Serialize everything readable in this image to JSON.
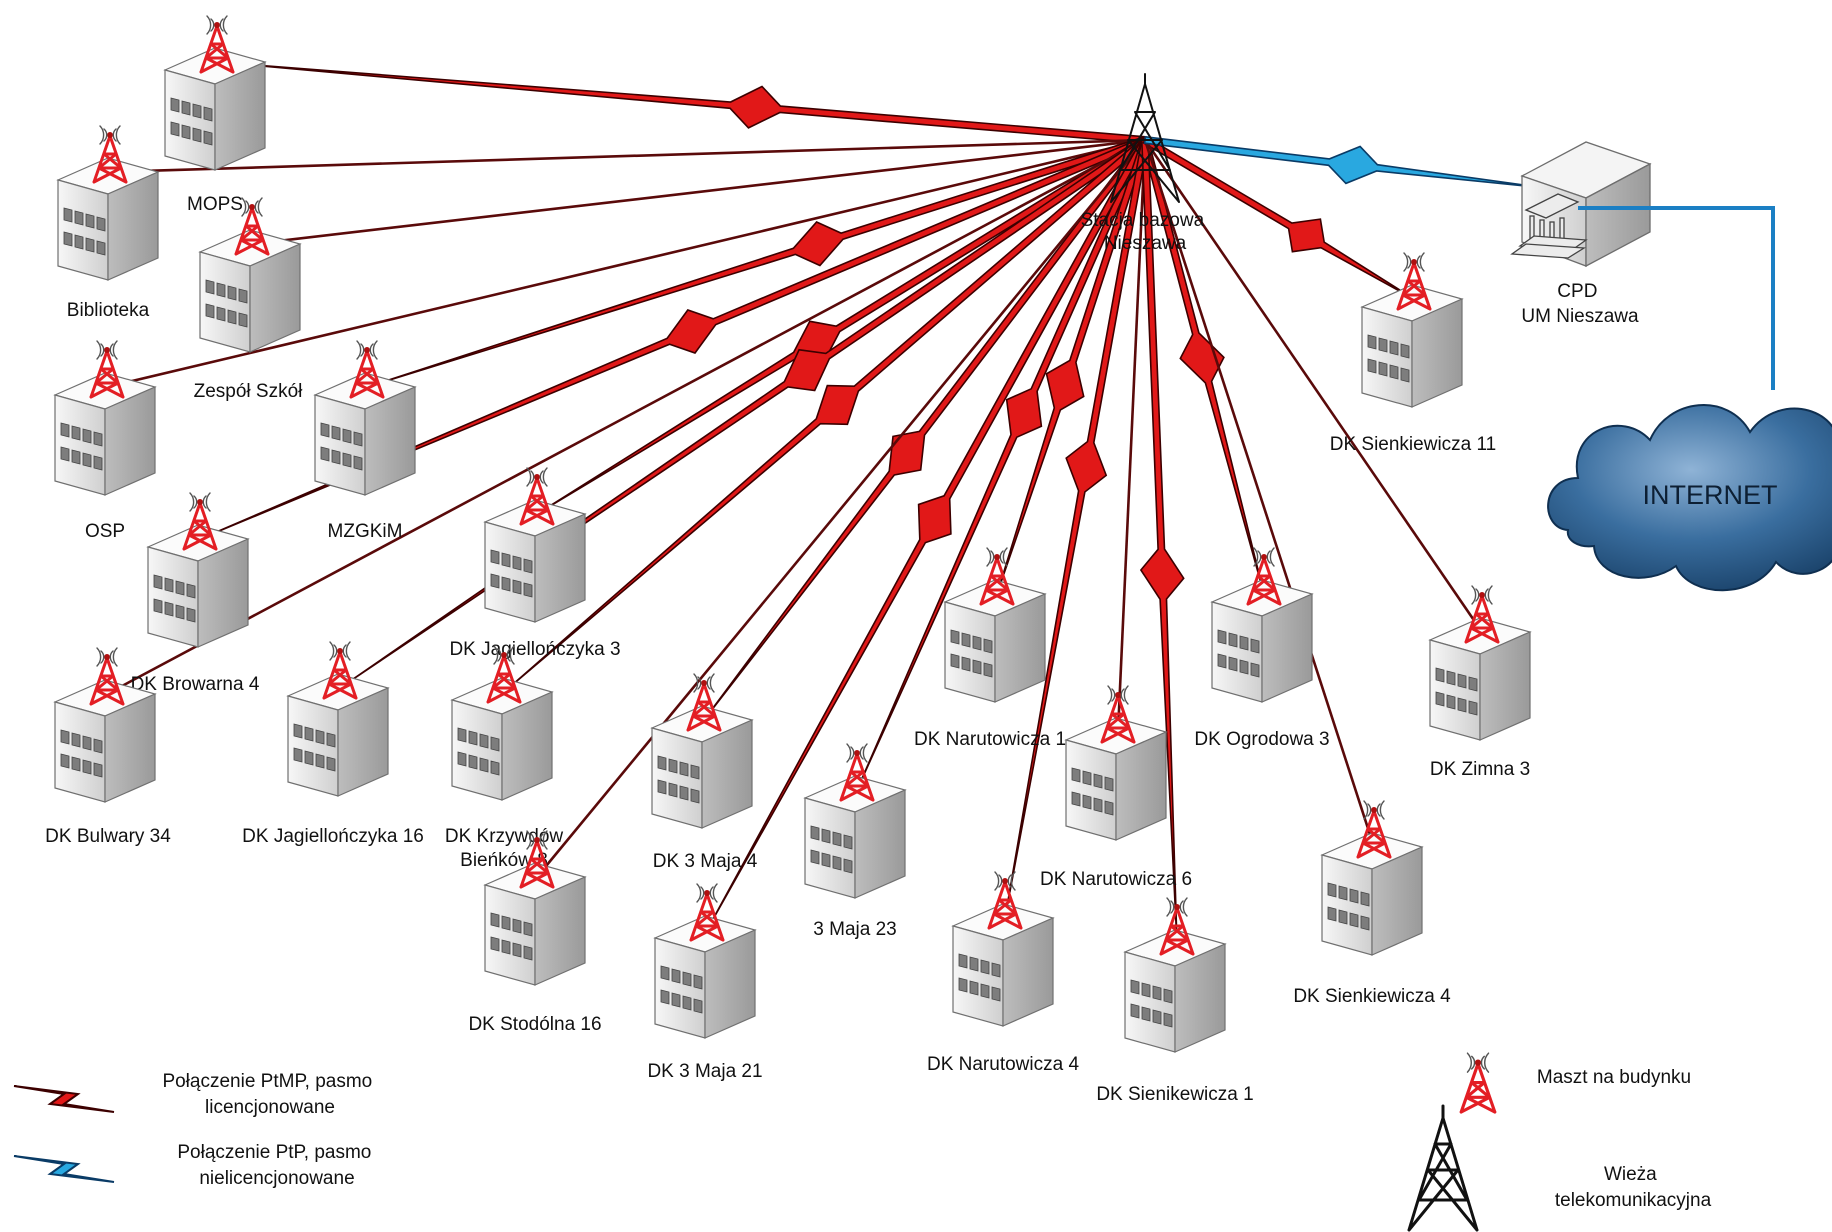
{
  "diagram": {
    "tower_label": "Stacja bazowa Nieszawa",
    "cpd": {
      "line1": "CPD",
      "line2": "UM Nieszawa"
    },
    "internet_label": "INTERNET",
    "buildings": [
      {
        "id": "mops",
        "label": "MOPS",
        "link": "licensed"
      },
      {
        "id": "biblioteka",
        "label": "Biblioteka",
        "link": "line"
      },
      {
        "id": "zespol-szkol",
        "label": "Zespół Szkół",
        "link": "line"
      },
      {
        "id": "osp",
        "label": "OSP",
        "link": "line"
      },
      {
        "id": "mzgkim",
        "label": "MZGKiM",
        "link": "licensed"
      },
      {
        "id": "dk-browarna-4",
        "label": "DK Browarna 4",
        "link": "licensed"
      },
      {
        "id": "dk-jagiellonczyka-3",
        "label": "DK Jagiellończyka 3",
        "link": "licensed"
      },
      {
        "id": "dk-bulwary-34",
        "label": "DK Bulwary 34",
        "link": "line"
      },
      {
        "id": "dk-jagiellonczyka-16",
        "label": "DK Jagiellończyka 16",
        "link": "licensed"
      },
      {
        "id": "dk-krzywdow",
        "label": "DK Krzywdów Bieńków 8",
        "link": "licensed"
      },
      {
        "id": "dk-3-maja-4",
        "label": "DK 3 Maja 4",
        "link": "licensed"
      },
      {
        "id": "dk-stodolna-16",
        "label": "DK Stodólna 16",
        "link": "line"
      },
      {
        "id": "3-maja-23",
        "label": "3 Maja 23",
        "link": "licensed"
      },
      {
        "id": "dk-3-maja-21",
        "label": "DK 3 Maja 21",
        "link": "licensed"
      },
      {
        "id": "dk-narutowicza-1",
        "label": "DK Narutowicza 1",
        "link": "licensed"
      },
      {
        "id": "dk-narutowicza-6",
        "label": "DK Narutowicza 6",
        "link": "line"
      },
      {
        "id": "dk-narutowicza-4",
        "label": "DK Narutowicza 4",
        "link": "licensed"
      },
      {
        "id": "dk-ogrodowa-3",
        "label": "DK Ogrodowa 3",
        "link": "licensed"
      },
      {
        "id": "dk-sienikewicza-1",
        "label": "DK Sienikewicza 1",
        "link": "licensed"
      },
      {
        "id": "dk-sienkiewicza-11",
        "label": "DK Sienkiewicza 11",
        "link": "licensed"
      },
      {
        "id": "dk-zimna-3",
        "label": "DK Zimna 3",
        "link": "line"
      },
      {
        "id": "dk-sienkiewicza-4",
        "label": "DK Sienkiewicza 4",
        "link": "line"
      }
    ],
    "legend": {
      "licensed_line1": "Połączenie PtMP, pasmo",
      "licensed_line2": "licencjonowane",
      "unlicensed_line1": "Połączenie PtP, pasmo",
      "unlicensed_line2": "nielicencjonowane",
      "mast_label": "Maszt na budynku",
      "tower_line1": "Wieża",
      "tower_line2": "telekomunikacyjna"
    },
    "colors": {
      "licensed_link": "#e11818",
      "licensed_edge": "#3c0000",
      "plain_link": "#5a0a0a",
      "unlicensed_link": "#29a8e0",
      "unlicensed_edge": "#0a3b66",
      "cable": "#1b7fc4",
      "mast": "#e31e24",
      "cloud": "#2f5f8f"
    }
  }
}
